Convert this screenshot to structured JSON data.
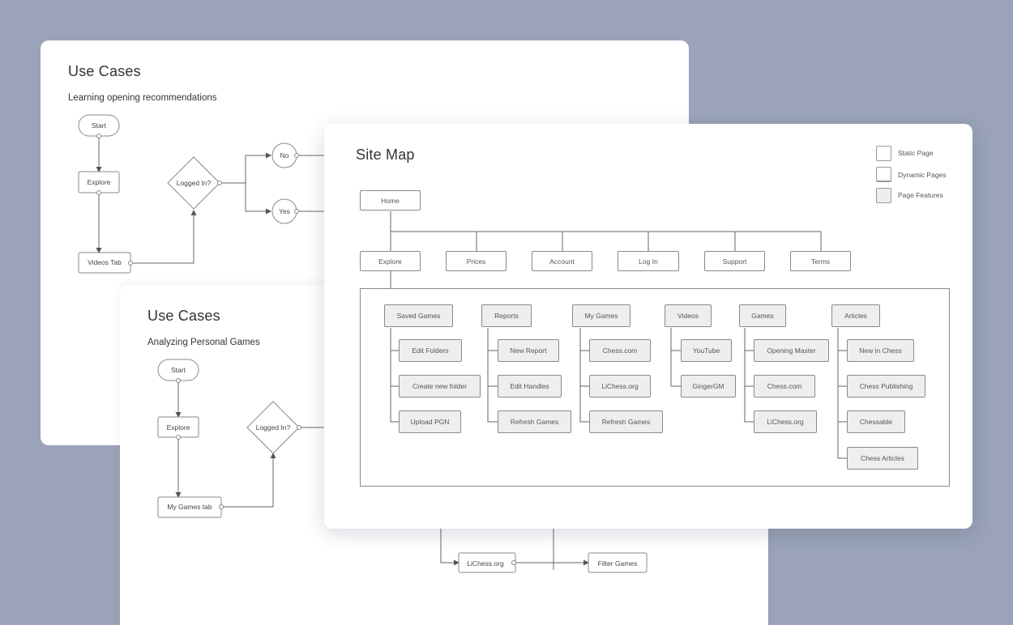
{
  "use_case_1": {
    "title": "Use Cases",
    "subtitle": "Learning opening recommendations",
    "nodes": {
      "start": "Start",
      "explore": "Explore",
      "videos_tab": "Videos Tab",
      "logged_in": "Logged In?",
      "no": "No",
      "yes": "Yes"
    }
  },
  "use_case_2": {
    "title": "Use Cases",
    "subtitle": "Analyzing Personal Games",
    "nodes": {
      "start": "Start",
      "explore": "Explore",
      "my_games_tab": "My Games tab",
      "logged_in": "Logged In?",
      "lichess": "LiChess.org",
      "filter_games": "Filter Games"
    }
  },
  "site_map": {
    "title": "Site Map",
    "legend": {
      "static": "Static Page",
      "dynamic": "Dynamic Pages",
      "features": "Page Features"
    },
    "home": "Home",
    "top_pages": [
      "Explore",
      "Prices",
      "Account",
      "Log In",
      "Support",
      "Terms"
    ],
    "sections": [
      {
        "label": "Saved Games",
        "children": [
          "Edit Folders",
          "Create new folder",
          "Upload PGN"
        ]
      },
      {
        "label": "Reports",
        "children": [
          "New Report",
          "Edit Handles",
          "Refresh Games"
        ]
      },
      {
        "label": "My Games",
        "children": [
          "Chess.com",
          "LiChess.org",
          "Refresh Games"
        ]
      },
      {
        "label": "Videos",
        "children": [
          "YouTube",
          "GingerGM"
        ]
      },
      {
        "label": "Games",
        "children": [
          "Opening Master",
          "Chess.com",
          "LiChess.org"
        ]
      },
      {
        "label": "Articles",
        "children": [
          "New in Chess",
          "Chess Publishing",
          "Chessable",
          "Chess Articles"
        ]
      }
    ]
  }
}
